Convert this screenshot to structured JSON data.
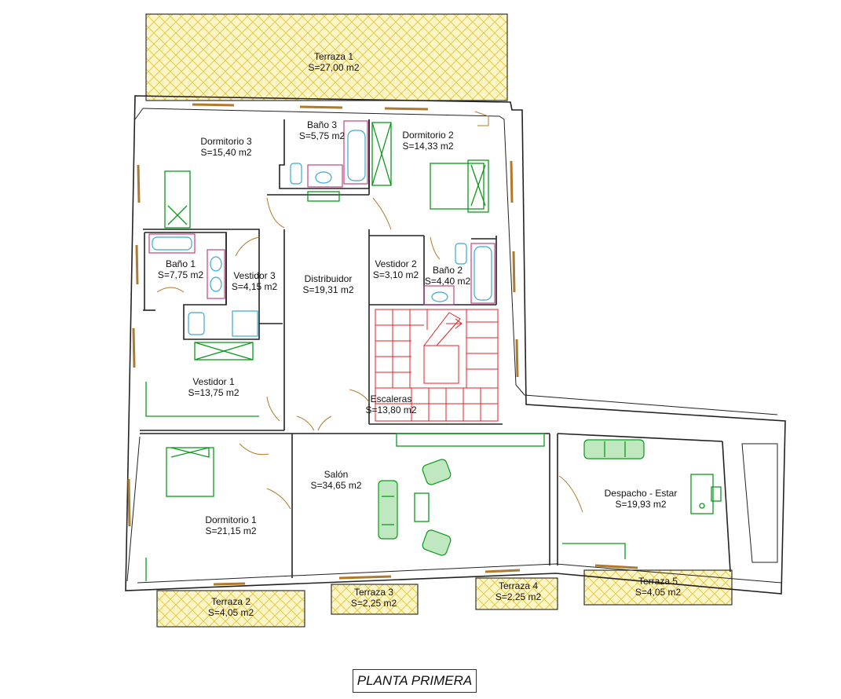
{
  "plan_title": "PLANTA PRIMERA",
  "rooms": {
    "terraza1": {
      "name": "Terraza 1",
      "area": "S=27,00 m2"
    },
    "dormitorio3": {
      "name": "Dormitorio 3",
      "area": "S=15,40 m2"
    },
    "bano3": {
      "name": "Baño 3",
      "area": "S=5,75 m2"
    },
    "dormitorio2": {
      "name": "Dormitorio 2",
      "area": "S=14,33 m2"
    },
    "bano1": {
      "name": "Baño 1",
      "area": "S=7,75 m2"
    },
    "vestidor3": {
      "name": "Vestidor 3",
      "area": "S=4,15 m2"
    },
    "distribuidor": {
      "name": "Distribuidor",
      "area": "S=19,31 m2"
    },
    "vestidor2": {
      "name": "Vestidor 2",
      "area": "S=3,10 m2"
    },
    "bano2": {
      "name": "Baño 2",
      "area": "S=4,40 m2"
    },
    "vestidor1": {
      "name": "Vestidor 1",
      "area": "S=13,75 m2"
    },
    "escaleras": {
      "name": "Escaleras",
      "area": "S=13,80 m2"
    },
    "salon": {
      "name": "Salón",
      "area": "S=34,65 m2"
    },
    "despacho": {
      "name": "Despacho - Estar",
      "area": "S=19,93 m2"
    },
    "dormitorio1": {
      "name": "Dormitorio 1",
      "area": "S=21,15 m2"
    },
    "terraza2": {
      "name": "Terraza 2",
      "area": "S=4,05 m2"
    },
    "terraza3": {
      "name": "Terraza 3",
      "area": "S=2,25 m2"
    },
    "terraza4": {
      "name": "Terraza 4",
      "area": "S=2,25 m2"
    },
    "terraza5": {
      "name": "Terraza 5",
      "area": "S=4,05 m2"
    }
  },
  "colors": {
    "walls": "#222222",
    "windows_doors": "#b07a2a",
    "furniture": "#0a9a1a",
    "sanitary": "#3aa8d8",
    "stairs": "#e02020",
    "terrace_hatch": "#e6c84a",
    "terrace_fill": "#fff6c8"
  }
}
